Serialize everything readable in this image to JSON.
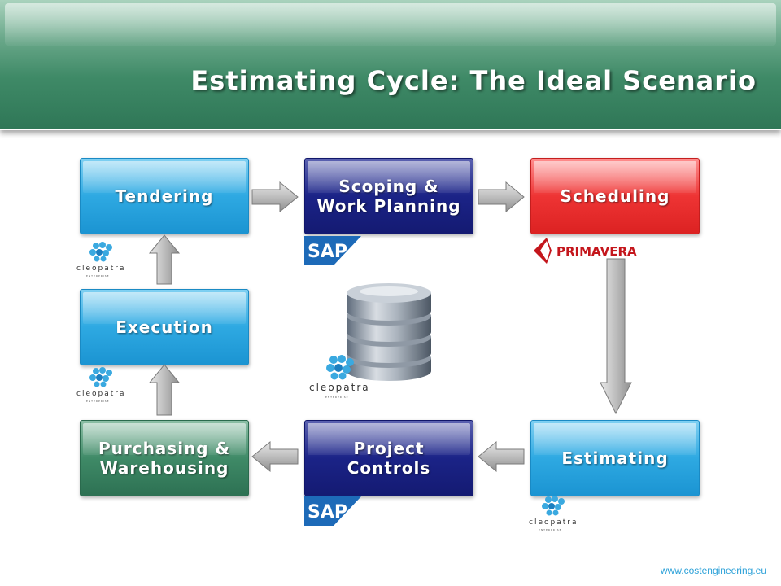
{
  "title": "Estimating Cycle: The Ideal Scenario",
  "steps": [
    {
      "id": "tendering",
      "label": "Tendering",
      "color": "#1b94d2"
    },
    {
      "id": "scoping",
      "label": "Scoping &\nWork Planning",
      "color": "#1b2387"
    },
    {
      "id": "scheduling",
      "label": "Scheduling",
      "color": "#ee3434"
    },
    {
      "id": "estimating",
      "label": "Estimating",
      "color": "#1b94d2"
    },
    {
      "id": "project-controls",
      "label": "Project\nControls",
      "color": "#1b2387"
    },
    {
      "id": "purchasing",
      "label": "Purchasing &\nWarehousing",
      "color": "#3f8a67"
    },
    {
      "id": "execution",
      "label": "Execution",
      "color": "#1b94d2"
    }
  ],
  "logos": {
    "sap": "SAP",
    "primavera": "PRIMAVERA",
    "cleopatra": "cleopatra",
    "cleopatra_tagline": "ENTERPRISE"
  },
  "footer": "www.costengineering.eu"
}
